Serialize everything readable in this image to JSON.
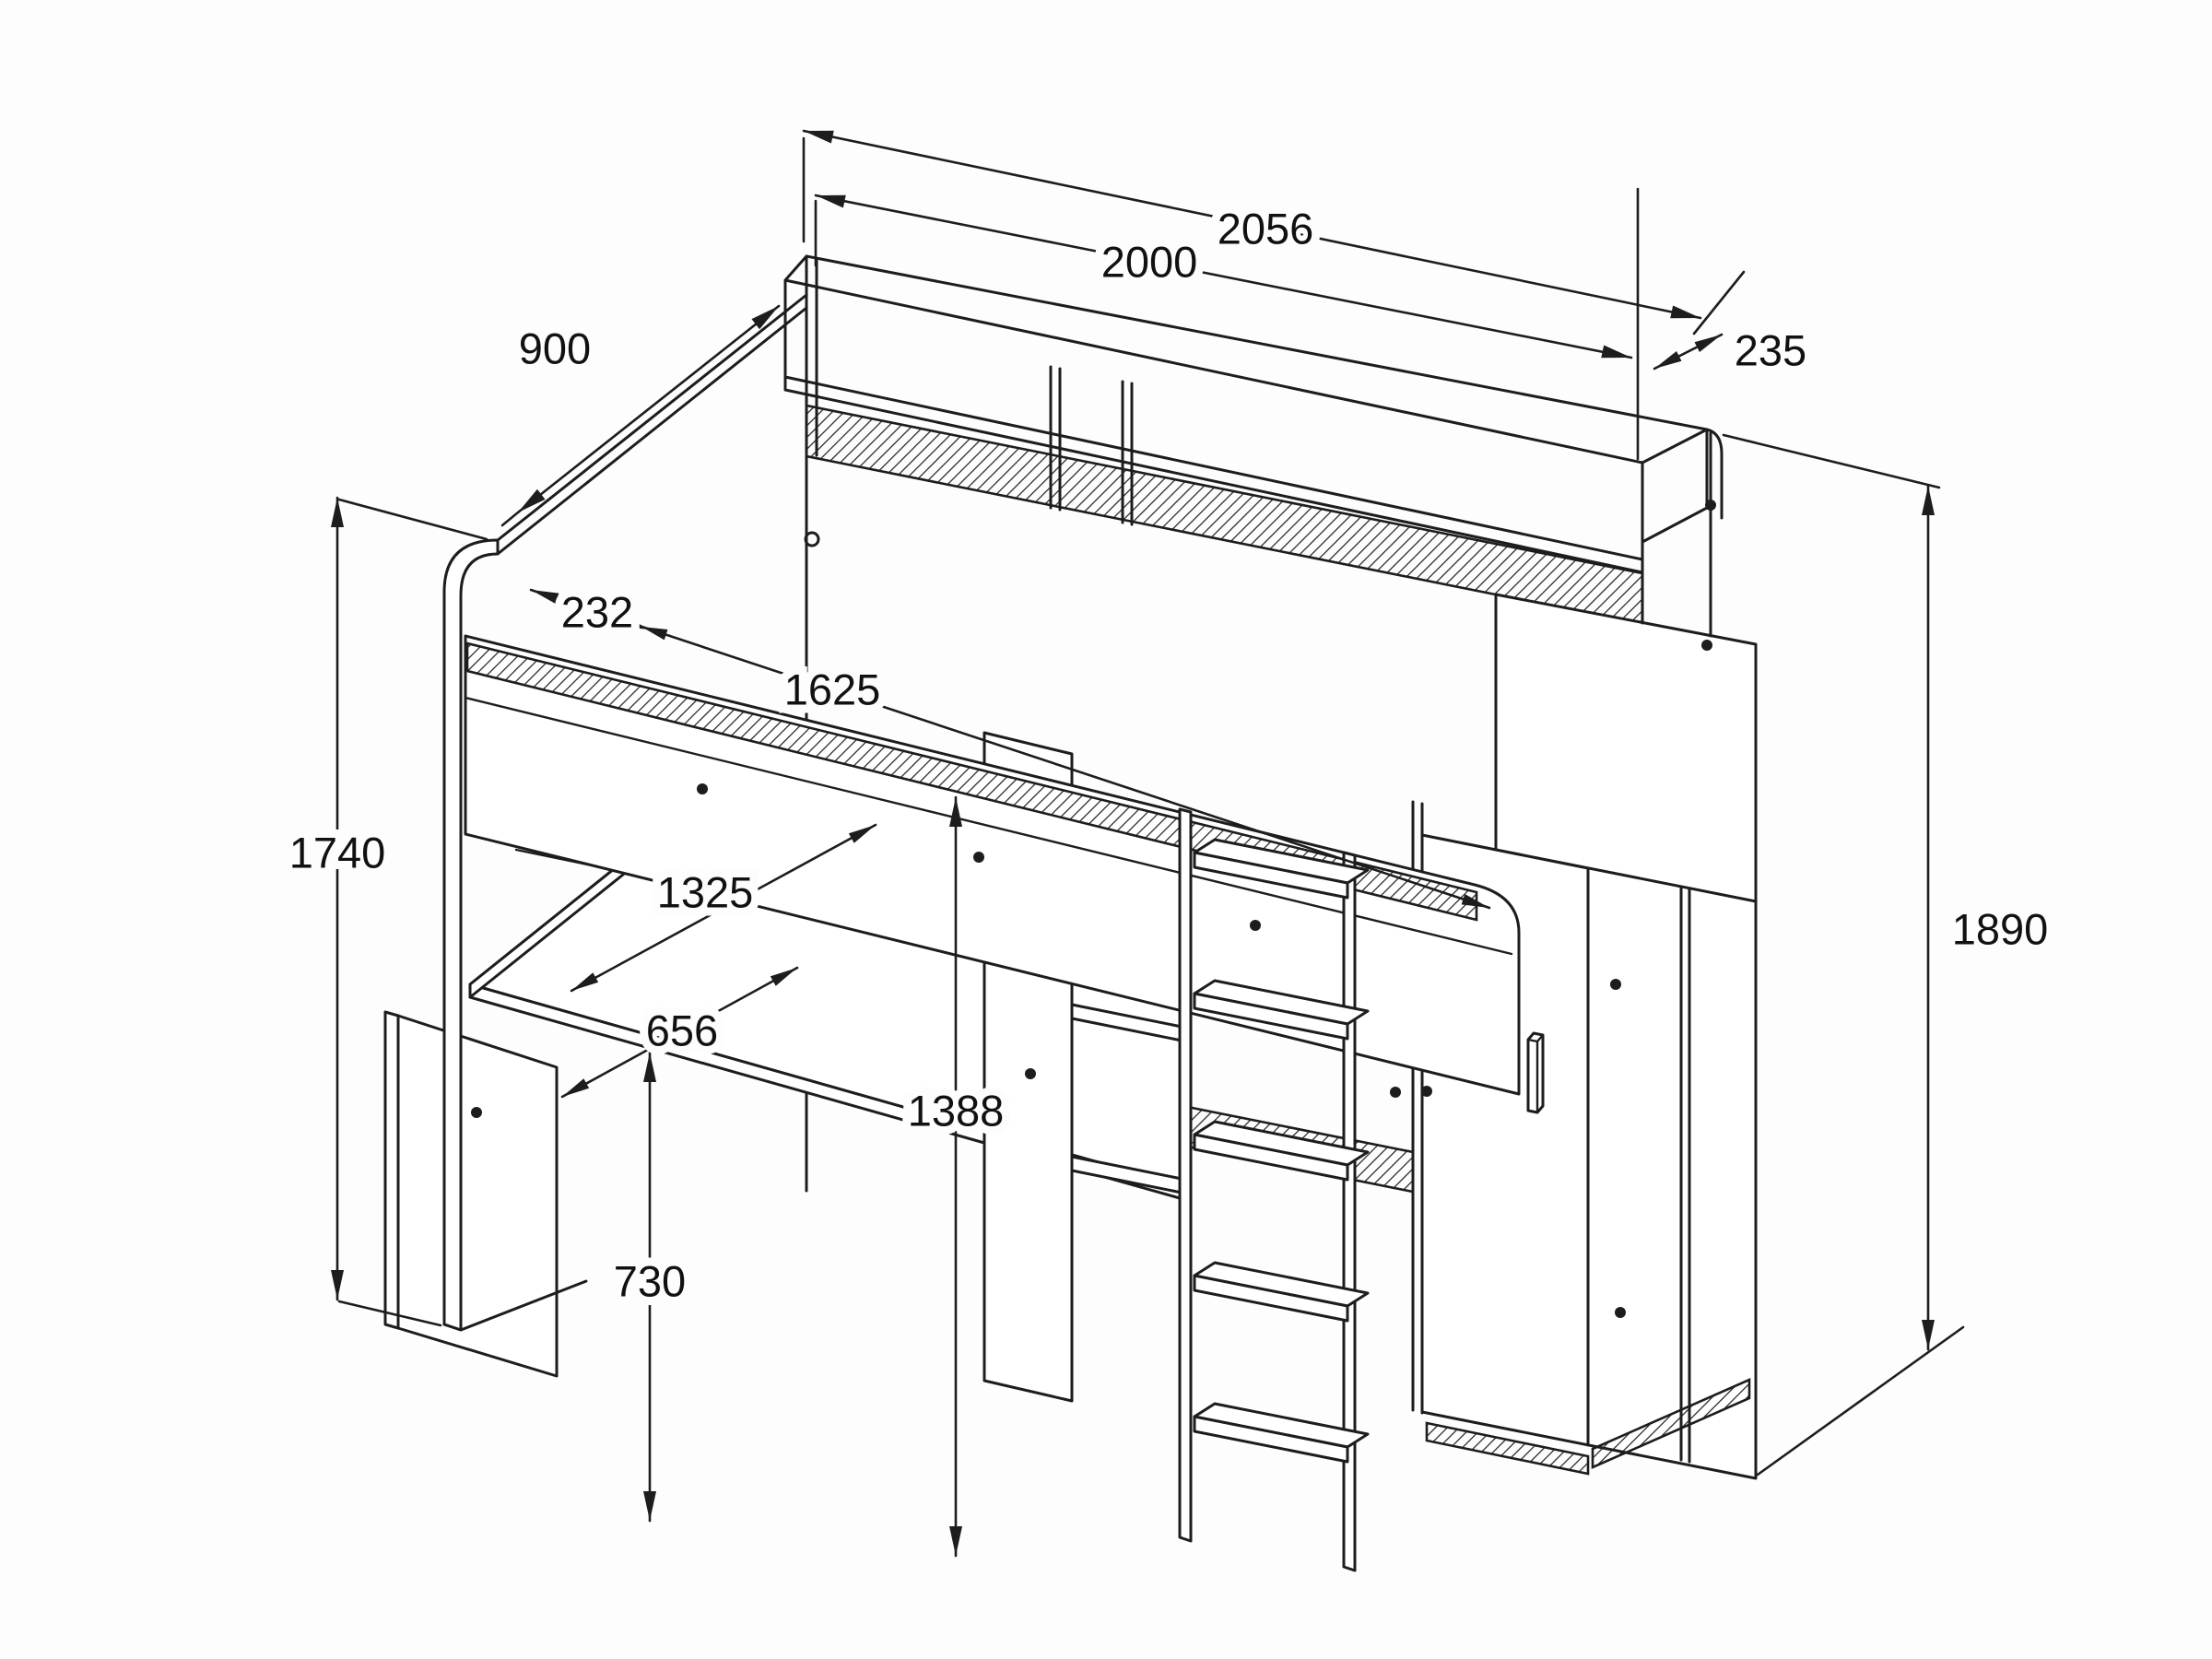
{
  "diagram": {
    "kind": "isometric furniture assembly drawing",
    "subject": "loft bed with headboard shelf, desk, shelf column, ladder and wardrobe",
    "ink_color": "#1d1d1d",
    "background_color": "#fdfdfd",
    "dims": {
      "overall_length": "2056",
      "bed_length": "2000",
      "top_shelf_depth": "235",
      "bed_depth": "900",
      "front_left_height": "1740",
      "headboard_section": "232",
      "guard_rail_opening": "1625",
      "desk_length": "1325",
      "desk_depth": "656",
      "under_bed_clearance": "1388",
      "desk_height": "730",
      "overall_height": "1890"
    }
  }
}
